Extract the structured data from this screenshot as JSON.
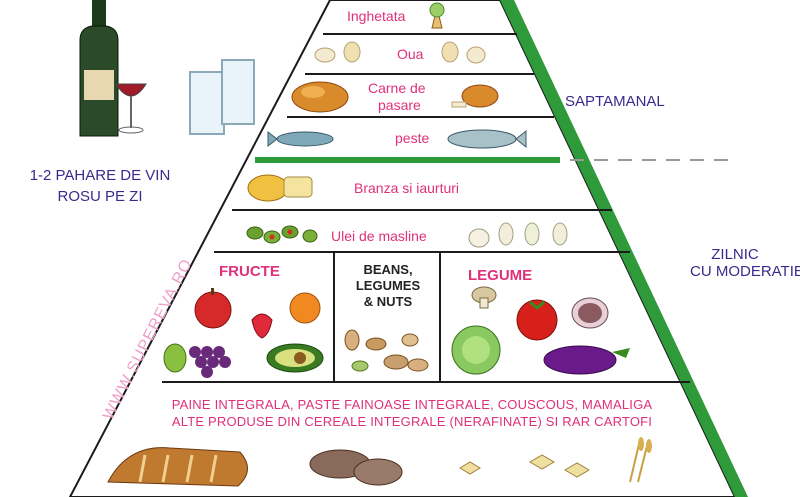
{
  "tiers": {
    "inghetata": "Inghetata",
    "oua": "Oua",
    "carne_line1": "Carne de",
    "carne_line2": "pasare",
    "peste": "peste",
    "branza": "Branza si iaurturi",
    "ulei": "Ulei de masline",
    "fructe": "FRUCTE",
    "beans_line1": "BEANS,",
    "beans_line2": "LEGUMES",
    "beans_line3": "& NUTS",
    "legume": "LEGUME",
    "cereale_line1": "PAINE INTEGRALA, PASTE FAINOASE INTEGRALE, COUSCOUS, MAMALIGA",
    "cereale_line2": "ALTE PRODUSE DIN CEREALE INTEGRALE (NERAFINATE) SI RAR CARTOFI"
  },
  "side_labels": {
    "weekly": "SAPTAMANAL",
    "daily_line1": "ZILNIC",
    "daily_line2": "CU MODERATIE",
    "wine_line1": "1-2 PAHARE DE VIN",
    "wine_line2": "ROSU PE ZI"
  },
  "watermark": "WWW.SUPEREVA.RO",
  "colors": {
    "tier_label": "#e0307a",
    "side_label": "#3a2a8c",
    "pyramid_edge": "#2e7d32",
    "divider": "#999999"
  }
}
